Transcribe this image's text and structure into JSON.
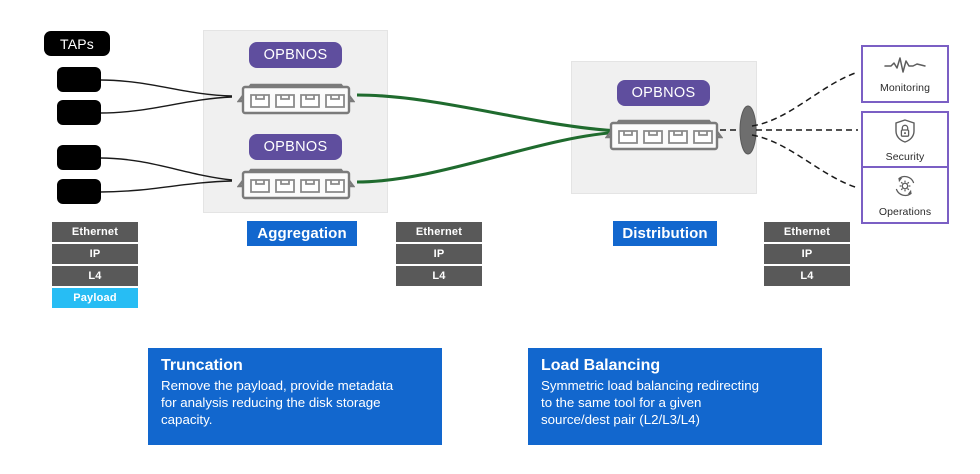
{
  "diagram": {
    "taps": {
      "title": "TAPs",
      "ports": [
        {
          "name": "tap-port-1"
        },
        {
          "name": "tap-port-2"
        },
        {
          "name": "tap-port-3"
        },
        {
          "name": "tap-port-4"
        }
      ]
    },
    "zones": [
      {
        "id": "aggregation",
        "label": "Aggregation",
        "devices": [
          {
            "badge": "OPBNOS",
            "icon": "network-switch-icon"
          },
          {
            "badge": "OPBNOS",
            "icon": "network-switch-icon"
          }
        ]
      },
      {
        "id": "distribution",
        "label": "Distribution",
        "devices": [
          {
            "badge": "OPBNOS",
            "icon": "network-switch-icon"
          }
        ]
      }
    ],
    "packet_stacks": [
      {
        "id": "stack-ingress",
        "layers": [
          {
            "label": "Ethernet",
            "kind": "header"
          },
          {
            "label": "IP",
            "kind": "header"
          },
          {
            "label": "L4",
            "kind": "header"
          },
          {
            "label": "Payload",
            "kind": "payload"
          }
        ]
      },
      {
        "id": "stack-after-truncation",
        "layers": [
          {
            "label": "Ethernet",
            "kind": "header"
          },
          {
            "label": "IP",
            "kind": "header"
          },
          {
            "label": "L4",
            "kind": "header"
          }
        ]
      },
      {
        "id": "stack-egress",
        "layers": [
          {
            "label": "Ethernet",
            "kind": "header"
          },
          {
            "label": "IP",
            "kind": "header"
          },
          {
            "label": "L4",
            "kind": "header"
          }
        ]
      }
    ],
    "tools": [
      {
        "id": "monitoring",
        "label": "Monitoring",
        "icon": "pulse-waveform-icon"
      },
      {
        "id": "security",
        "label": "Security",
        "icon": "shield-lock-icon"
      },
      {
        "id": "operations",
        "label": "Operations",
        "icon": "gear-refresh-icon"
      }
    ],
    "callouts": [
      {
        "id": "truncation",
        "title": "Truncation",
        "body": "Remove the payload, provide metadata\nfor analysis reducing the disk storage\ncapacity."
      },
      {
        "id": "load-balancing",
        "title": "Load Balancing",
        "body": "Symmetric load balancing redirecting\nto the same tool  for a given\nsource/dest pair (L2/L3/L4)"
      }
    ],
    "colors": {
      "accent_blue": "#1267ce",
      "badge_purple": "#5f4e9e",
      "tool_border_purple": "#7b5fc4",
      "payload_cyan": "#27bdf4",
      "header_gray": "#595959",
      "link_green": "#1f6b2e",
      "zone_bg": "#f0f0f0",
      "tap_black": "#000000"
    }
  }
}
